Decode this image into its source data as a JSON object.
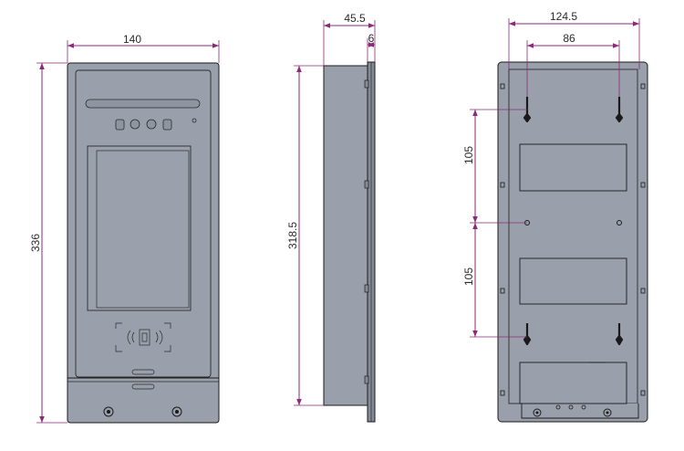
{
  "dimensions": {
    "front_width": "140",
    "front_height": "336",
    "side_depth": "45.5",
    "side_flange": "6",
    "side_height": "318.5",
    "back_width": "124.5",
    "back_hole_spacing": "86",
    "back_upper_spacing": "105",
    "back_lower_spacing": "105"
  },
  "colors": {
    "body": "#9aa0ab",
    "body_dark": "#848a96",
    "outline": "#1a1a1a",
    "dimension_line": "#8a2a78"
  },
  "icons": {
    "nfc_reader": "nfc-card-reader-icon",
    "screw": "screw-hole-icon",
    "keyhole": "keyhole-slot-icon"
  }
}
